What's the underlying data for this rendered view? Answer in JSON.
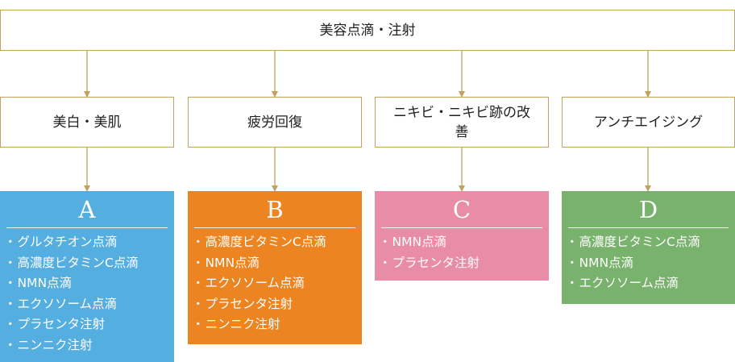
{
  "root": {
    "label": "美容点滴・注射"
  },
  "categories": [
    {
      "label": "美白・美肌"
    },
    {
      "label": "疲労回復"
    },
    {
      "label": "ニキビ・ニキビ跡の改善"
    },
    {
      "label": "アンチエイジング"
    }
  ],
  "panels": [
    {
      "letter": "A",
      "items": [
        "グルタチオン点滴",
        "高濃度ビタミンC点滴",
        "NMN点滴",
        "エクソソーム点滴",
        "プラセンタ注射",
        "ニンニク注射"
      ]
    },
    {
      "letter": "B",
      "items": [
        "高濃度ビタミンC点滴",
        "NMN点滴",
        "エクソソーム点滴",
        "プラセンタ注射",
        "ニンニク注射"
      ]
    },
    {
      "letter": "C",
      "items": [
        "NMN点滴",
        "プラセンタ注射"
      ]
    },
    {
      "letter": "D",
      "items": [
        "高濃度ビタミンC点滴",
        "NMN点滴",
        "エクソソーム点滴"
      ]
    }
  ],
  "bullet": "・",
  "colors": {
    "border": "#c2a25e",
    "arrow": "#c2a25e",
    "panel_a": "#55aee0",
    "panel_b": "#ed8422",
    "panel_c": "#e98ca8",
    "panel_d": "#78b26c"
  }
}
